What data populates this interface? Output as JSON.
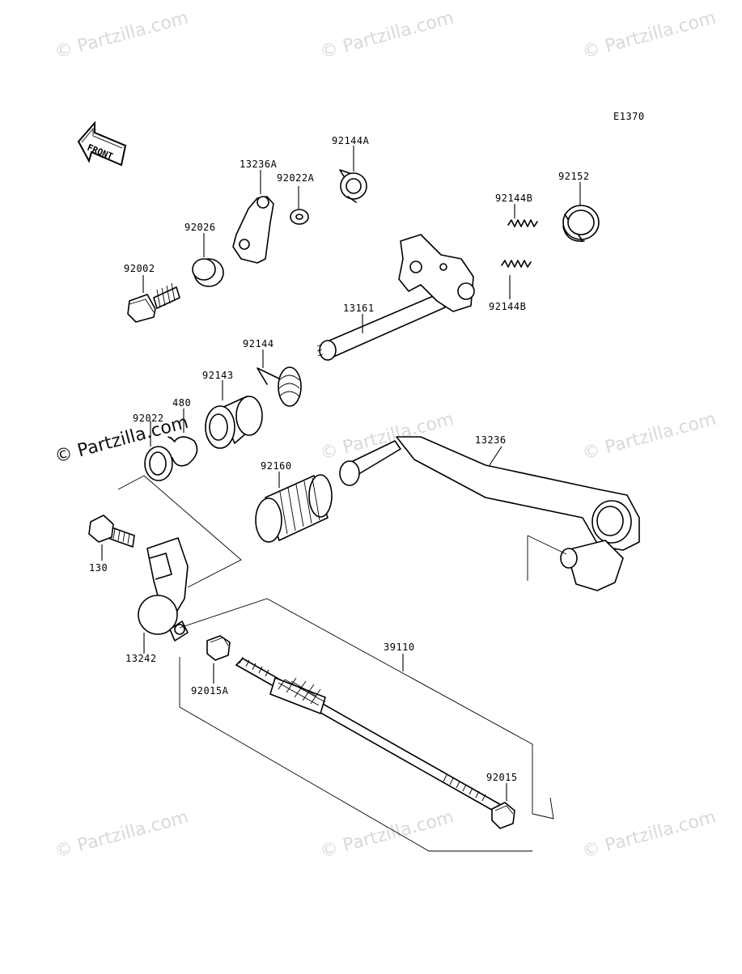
{
  "diagram": {
    "code": "E1370",
    "front_label": "FRONT",
    "watermark": "© Partzilla.com",
    "watermark_bold": "© Partzilla.com",
    "parts": {
      "p92144A": "92144A",
      "p13236A": "13236A",
      "p92022A": "92022A",
      "p92152": "92152",
      "p92144B_top": "92144B",
      "p92144B_bottom": "92144B",
      "p92026": "92026",
      "p92002": "92002",
      "p13161": "13161",
      "p92144": "92144",
      "p92143": "92143",
      "p480": "480",
      "p92022": "92022",
      "p13236": "13236",
      "p92160": "92160",
      "p130": "130",
      "p13242": "13242",
      "p39110": "39110",
      "p92015A": "92015A",
      "p92015": "92015"
    }
  }
}
